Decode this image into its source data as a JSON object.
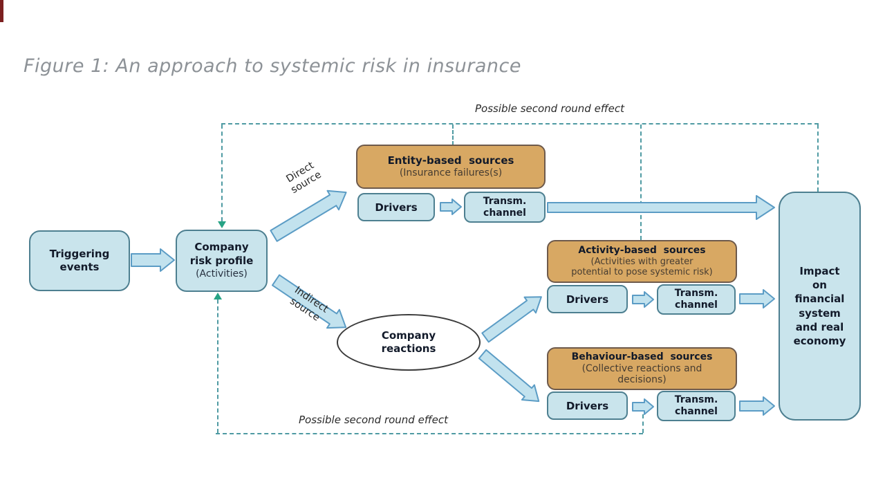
{
  "figure": {
    "title": "Figure 1: An approach to systemic risk in insurance"
  },
  "annotations": {
    "second_round_top": "Possible second round effect",
    "second_round_bottom": "Possible second round effect",
    "direct_source": [
      "Direct",
      "source"
    ],
    "indirect_source": [
      "Indirect",
      "source"
    ]
  },
  "nodes": {
    "triggering_events": {
      "lines": [
        "Triggering",
        "events"
      ]
    },
    "company_risk_profile": {
      "lines": [
        "Company",
        "risk profile"
      ],
      "subtitle": "(Activities)"
    },
    "entity_sources": {
      "title": "Entity-based  sources",
      "subtitle_lines": [
        "(Insurance failures(s)"
      ]
    },
    "activity_sources": {
      "title": "Activity-based  sources",
      "subtitle_lines": [
        "(Activities with greater",
        "potential to pose systemic risk)"
      ]
    },
    "behaviour_sources": {
      "title": "Behaviour-based  sources",
      "subtitle_lines": [
        "(Collective reactions and",
        "decisions)"
      ]
    },
    "company_reactions": {
      "lines": [
        "Company",
        "reactions"
      ]
    },
    "drivers": {
      "label": "Drivers"
    },
    "transmission": {
      "lines": [
        "Transm.",
        "channel"
      ]
    },
    "impact": {
      "lines": [
        "Impact",
        "on",
        "financial",
        "system",
        "and real",
        "economy"
      ]
    }
  },
  "colors": {
    "box_blue_fill": "#c9e4ec",
    "box_blue_border": "#4d7f90",
    "box_tan_fill": "#d8a863",
    "box_tan_border": "#6d594b",
    "dash_teal": "#4e9aa2",
    "dash_arrowhead_green": "#27a385",
    "arrow_fill": "#c2e2ee",
    "arrow_stroke": "#5b9cc5",
    "title_gray": "#8d9297"
  }
}
